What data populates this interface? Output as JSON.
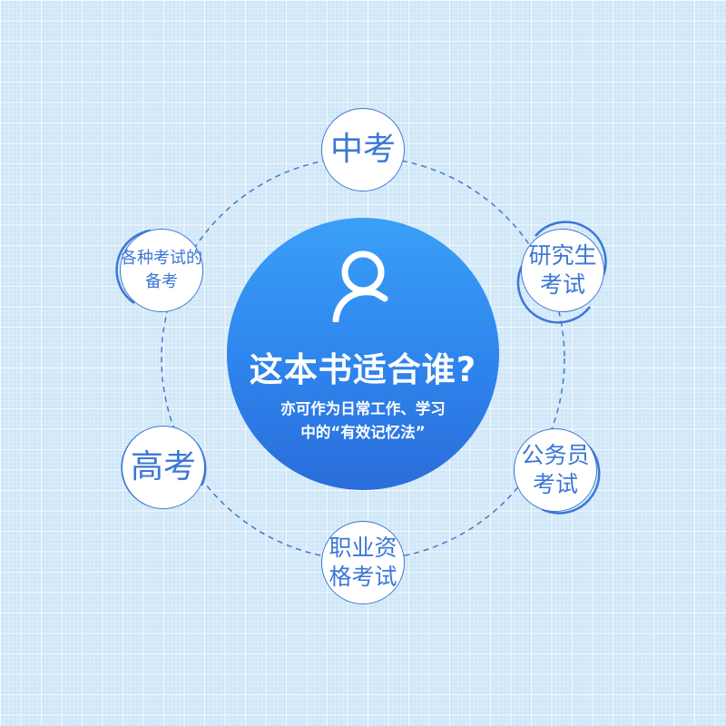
{
  "center": {
    "icon": "person-icon",
    "title": "这本书适合谁?",
    "subtitle_line1": "亦可作为日常工作、学习",
    "subtitle_line2": "中的“有效记忆法”"
  },
  "nodes": [
    {
      "id": "zhongkao",
      "lines": [
        "中考"
      ]
    },
    {
      "id": "yanjiusheng",
      "lines": [
        "研究生",
        "考试"
      ]
    },
    {
      "id": "gongwuyuan",
      "lines": [
        "公务员",
        "考试"
      ]
    },
    {
      "id": "zhiye",
      "lines": [
        "职业资",
        "格考试"
      ]
    },
    {
      "id": "gaokao",
      "lines": [
        "高考"
      ]
    },
    {
      "id": "gezhong",
      "lines": [
        "各种考试的",
        "备考"
      ]
    }
  ],
  "colors": {
    "background": "#cfe7f8",
    "accent": "#3c77d6",
    "center_top": "#3aa0f7",
    "center_bottom": "#2a6ddb",
    "dashed_line": "#4a78c6"
  }
}
